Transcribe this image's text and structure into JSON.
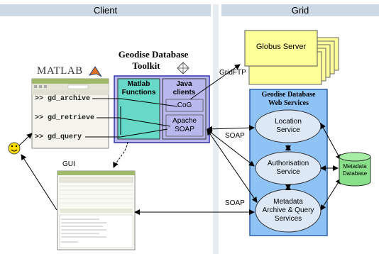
{
  "headers": {
    "client": "Client",
    "grid": "Grid"
  },
  "matlab": {
    "logo": "MATLAB",
    "commands": [
      "gd_archive",
      "gd_retrieve",
      "gd_query"
    ],
    "prompt": ">>"
  },
  "toolkit": {
    "title_line1": "Geodise Database",
    "title_line2": "Toolkit",
    "matlab_functions_line1": "Matlab",
    "matlab_functions_line2": "Functions",
    "java_clients_line1": "Java",
    "java_clients_line2": "clients",
    "cog": "CoG",
    "apache_soap_line1": "Apache",
    "apache_soap_line2": "SOAP"
  },
  "gui_label": "GUI",
  "globus_server": "Globus Server",
  "gridftp_label": "GridFTP",
  "soap_label_1": "SOAP",
  "soap_label_2": "SOAP",
  "web_services": {
    "title_line1": "Geodise Database",
    "title_line2": "Web Services",
    "location_line1": "Location",
    "location_line2": "Service",
    "authorisation_line1": "Authorisation",
    "authorisation_line2": "Service",
    "metadata_line1": "Metadata",
    "metadata_line2": "Archive & Query",
    "metadata_line3": "Services"
  },
  "metadata_database_line1": "Metadata",
  "metadata_database_line2": "Database",
  "colors": {
    "header": "#cdd9e5",
    "toolkit_box": "#b8b8ee",
    "matlab_functions": "#66d9c8",
    "java_clients": "#b8b8ee",
    "web_services_box": "#8fc3f5",
    "service_oval": "#dde8f6",
    "globus_box": "#ffff99",
    "database": "#88e088",
    "smiley": "#ffdd00"
  }
}
